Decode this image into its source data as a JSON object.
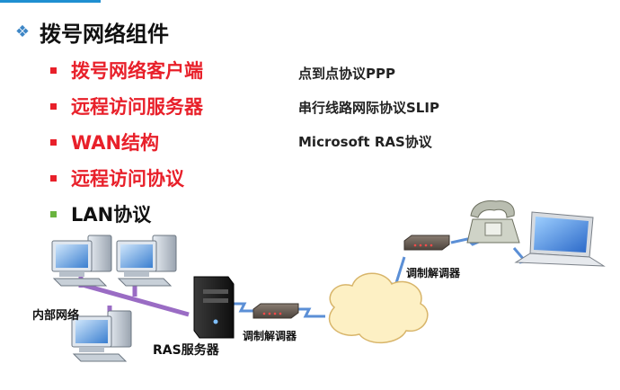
{
  "slide": {
    "title": "拨号网络组件",
    "items": [
      {
        "label": "拨号网络客户端",
        "color": "#e8202a",
        "bullet_color": "#e8202a"
      },
      {
        "label": "远程访问服务器",
        "color": "#e8202a",
        "bullet_color": "#e8202a"
      },
      {
        "label": "WAN结构",
        "color": "#e8202a",
        "bullet_color": "#e8202a"
      },
      {
        "label": "远程访问协议",
        "color": "#e8202a",
        "bullet_color": "#e8202a"
      },
      {
        "label": "LAN协议",
        "color": "#111111",
        "bullet_color": "#6ab43f"
      }
    ],
    "protocols": [
      "点到点协议PPP",
      "串行线路网际协议SLIP",
      "Microsoft RAS协议"
    ]
  },
  "diagram": {
    "internal_network_label": "内部网络",
    "ras_server_label": "RAS服务器",
    "modem_label_left": "调制解调器",
    "modem_label_right": "调制解调器",
    "colors": {
      "lan_cable": "#9a6cc4",
      "wan_link": "#5b8fd6",
      "cloud": "#fdf0c4",
      "accent": "#1f8fd1"
    }
  }
}
